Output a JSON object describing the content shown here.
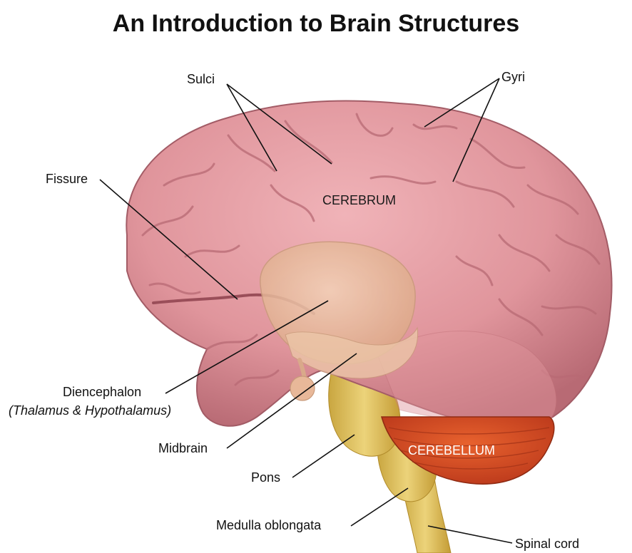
{
  "title": "An Introduction to Brain Structures",
  "labels": {
    "sulci": "Sulci",
    "gyri": "Gyri",
    "fissure": "Fissure",
    "cerebrum": "CEREBRUM",
    "diencephalon": "Diencephalon",
    "diencephalon_sub": "(Thalamus & Hypothalamus)",
    "midbrain": "Midbrain",
    "pons": "Pons",
    "cerebellum": "CEREBELLUM",
    "medulla": "Medulla oblongata",
    "spinal_cord": "Spinal cord"
  },
  "colors": {
    "cerebrum": "#e0959c",
    "cerebrum_dark": "#b86a74",
    "diencephalon": "#e8b899",
    "brainstem": "#d9bb5a",
    "cerebellum": "#d64a22",
    "leader": "#111111"
  }
}
